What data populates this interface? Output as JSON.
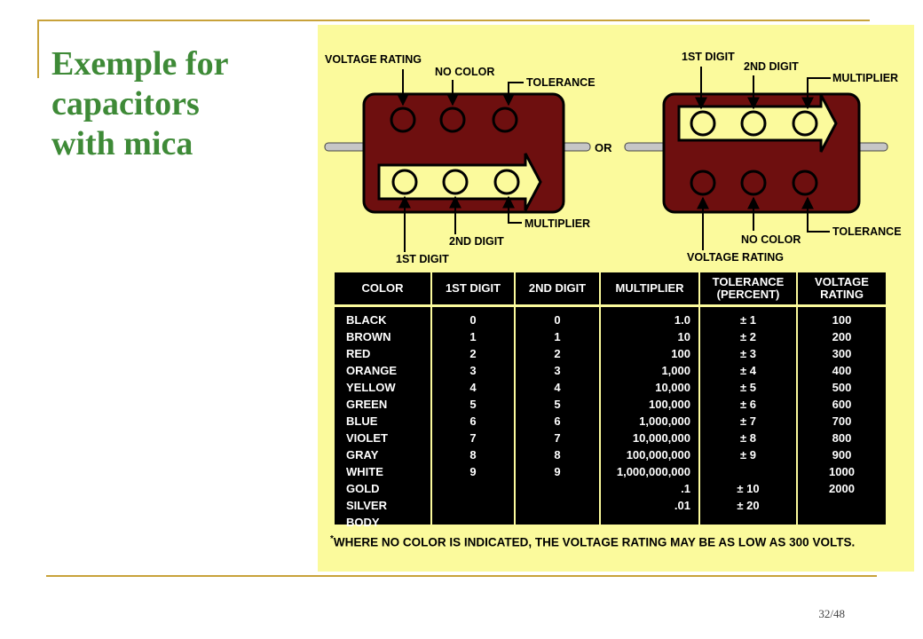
{
  "slide": {
    "title_lines": [
      "Exemple for",
      "capacitors",
      "with mica"
    ],
    "page_number": "32/48"
  },
  "diagram": {
    "left": {
      "top_labels": [
        "VOLTAGE RATING",
        "NO COLOR",
        "TOLERANCE"
      ],
      "right_label": "MULTIPLIER",
      "bottom_labels": [
        "2ND DIGIT",
        "1ST DIGIT"
      ]
    },
    "or_label": "OR",
    "right": {
      "top_labels": [
        "1ST DIGIT",
        "2ND DIGIT",
        "MULTIPLIER"
      ],
      "bottom_labels": [
        "NO COLOR",
        "TOLERANCE",
        "VOLTAGE RATING"
      ]
    }
  },
  "table": {
    "headers": [
      "COLOR",
      "1ST DIGIT",
      "2ND DIGIT",
      "MULTIPLIER",
      "TOLERANCE\n(PERCENT)",
      "VOLTAGE\nRATING"
    ],
    "colors": [
      "BLACK",
      "BROWN",
      "RED",
      "ORANGE",
      "YELLOW",
      "GREEN",
      "BLUE",
      "VIOLET",
      "GRAY",
      "WHITE",
      "GOLD",
      "SILVER",
      "BODY"
    ],
    "first_digit": [
      "0",
      "1",
      "2",
      "3",
      "4",
      "5",
      "6",
      "7",
      "8",
      "9",
      "",
      "",
      ""
    ],
    "second_digit": [
      "0",
      "1",
      "2",
      "3",
      "4",
      "5",
      "6",
      "7",
      "8",
      "9",
      "",
      "",
      ""
    ],
    "multiplier": [
      "1.0",
      "10",
      "100",
      "1,000",
      "10,000",
      "100,000",
      "1,000,000",
      "10,000,000",
      "100,000,000",
      "1,000,000,000",
      ".1",
      ".01",
      ""
    ],
    "tolerance": [
      "± 1",
      "± 2",
      "± 3",
      "± 4",
      "± 5",
      "± 6",
      "± 7",
      "± 8",
      "± 9",
      "",
      "± 10",
      "± 20",
      ""
    ],
    "voltage": [
      "100",
      "200",
      "300",
      "400",
      "500",
      "600",
      "700",
      "800",
      "900",
      "1000",
      "2000",
      "",
      ""
    ]
  },
  "footnote": {
    "marker": "*",
    "text": "WHERE NO COLOR IS INDICATED, THE VOLTAGE RATING MAY BE AS LOW AS 300 VOLTS."
  },
  "colors": {
    "title": "#3e8a37",
    "rule": "#c8a23a",
    "panel": "#fbfa9c",
    "capacitor_body": "#6e0f0f",
    "arrow_fill": "#fbfa9c",
    "table_bg": "#000000"
  }
}
